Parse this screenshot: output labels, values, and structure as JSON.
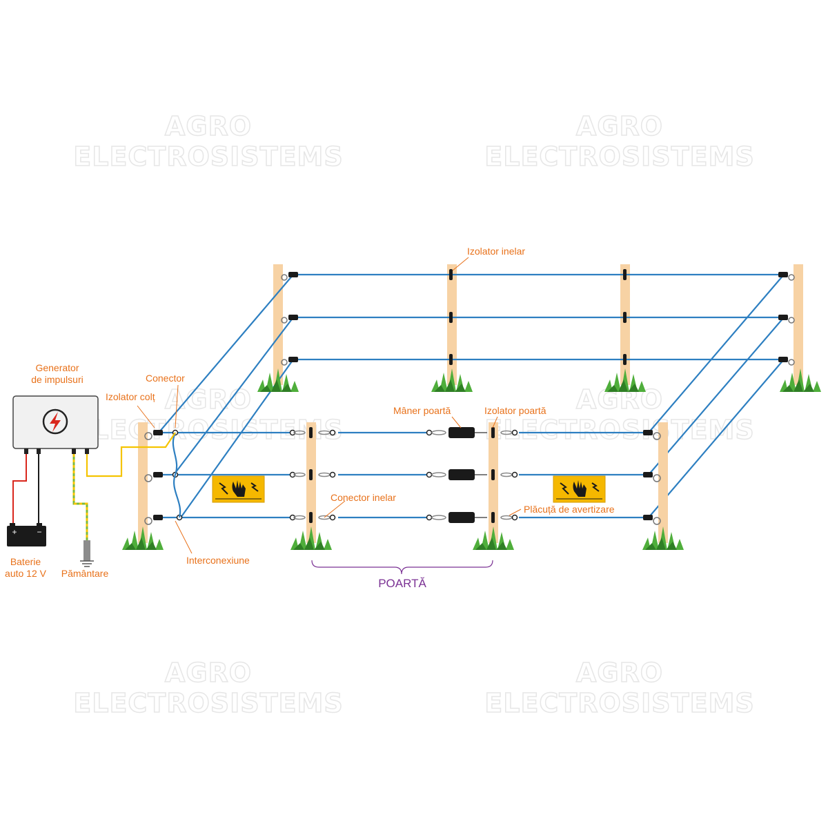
{
  "watermark": {
    "line1": "AGRO",
    "line2": "ELECTROSISTEMS"
  },
  "labels": {
    "generator": [
      "Generator",
      "de impulsuri"
    ],
    "corner_insulator": "Izolator colț",
    "connector": "Conector",
    "ring_insulator": "Izolator inelar",
    "gate_handle": "Mâner poartă",
    "gate_insulator": "Izolator poartă",
    "ring_connector": "Conector inelar",
    "warning_sign": "Plăcuță de avertizare",
    "interconnection": "Interconexiune",
    "battery": [
      "Baterie",
      "auto 12 V"
    ],
    "grounding": "Pământare",
    "gate": "POARTĂ"
  },
  "battery_terminals": {
    "plus": "+",
    "minus": "−"
  },
  "colors": {
    "wire": "#2d7fc1",
    "post": "#f7d2a4",
    "label": "#e8711a",
    "gate_label": "#7b3294",
    "warning_sign": "#f5b800",
    "generator_wire": "#f5c400",
    "ground_wire": "#7cba3c",
    "battery_red": "#d9261c"
  },
  "icons": [
    "lightning-icon",
    "ground-icon",
    "battery-icon",
    "grass-icon",
    "warning-hand-icon"
  ]
}
